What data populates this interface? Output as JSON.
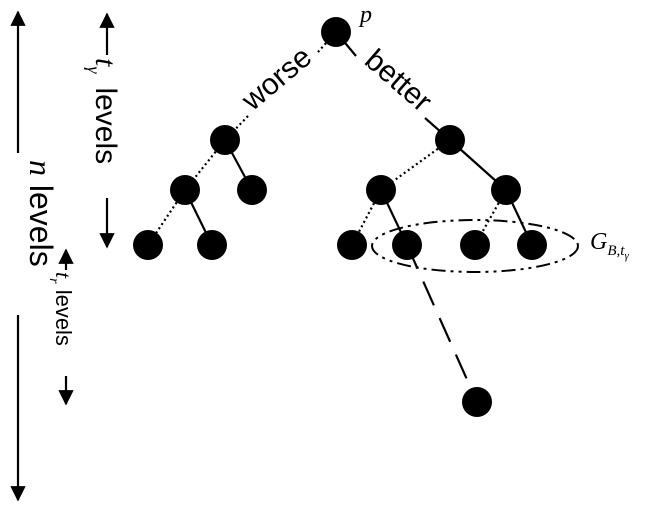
{
  "diagram": {
    "root_label": "p",
    "edge_labels": {
      "left": "worse",
      "right": "better"
    },
    "arrows": {
      "total_levels": {
        "var": "n",
        "text": " levels"
      },
      "top_levels": {
        "var": "t",
        "sub": "γ",
        "text": "levels"
      },
      "lower_levels": {
        "var": "t",
        "sub": "r",
        "text": " levels"
      }
    },
    "group_label": {
      "main": "G",
      "sub": "B,t",
      "subsub": "γ"
    }
  }
}
